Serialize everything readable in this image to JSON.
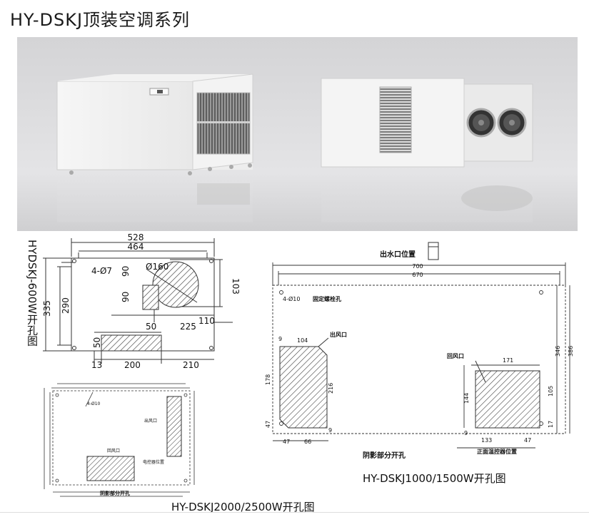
{
  "title": "HY-DSKJ顶装空调系列",
  "d600": {
    "side_label": "HYDSKJ-600W开孔图",
    "dims": {
      "w528": "528",
      "w464": "464",
      "holes": "4-Ø7",
      "d160": "Ø160",
      "h103": "103",
      "h90a": "90",
      "h90b": "90",
      "h335": "335",
      "h290": "290",
      "w110": "110",
      "w50": "50",
      "w225": "225",
      "h50": "50",
      "w13": "13",
      "w200": "200",
      "w210": "210"
    }
  },
  "d1000": {
    "caption": "HY-DSKJ1000/1500W开孔图",
    "drain_label": "出水口位置",
    "dims": {
      "w700": "700",
      "w670": "670",
      "holes": "4-Ø10",
      "holes_note": "固定螺栓孔",
      "outlet": "出风口",
      "inlet": "回风口",
      "w104": "104",
      "w171": "171",
      "h178": "178",
      "h216": "216",
      "h346": "346",
      "h386": "386",
      "h144": "144",
      "h105": "105",
      "h47a": "47",
      "h17": "17",
      "h9a": "9",
      "h9b": "9",
      "h9c": "9",
      "w47a": "47",
      "w66": "66",
      "w133": "133",
      "w47b": "47",
      "shaded": "阴影部分开孔",
      "controller": "正面温控器位置"
    }
  },
  "d2000": {
    "caption": "HY-DSKJ2000/2500W开孔图",
    "shaded": "阴影部分开孔",
    "small": [
      "4-Ø10",
      "回风口",
      "出风口",
      "电控器位置"
    ]
  }
}
